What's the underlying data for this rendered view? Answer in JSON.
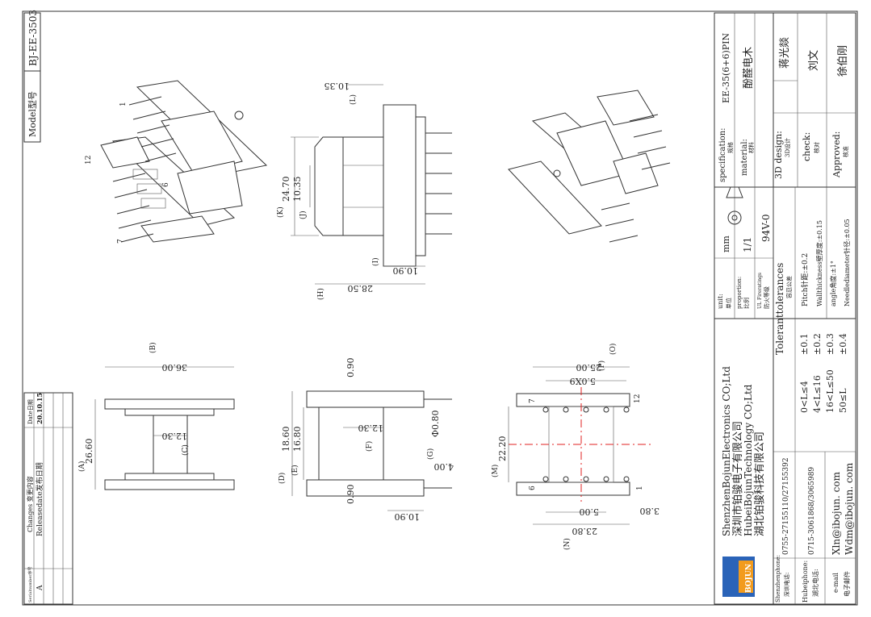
{
  "model": {
    "label": "Model型号",
    "value": "BJ-EE-3503"
  },
  "changes": {
    "serial_header": "Serialnumber序号",
    "changes_header": "Changes 变更内容",
    "date_header": "Date日期",
    "row_serial": "A",
    "row_changes": "Releasedate发布日期",
    "row_date": "20.10.15"
  },
  "dims": {
    "side": {
      "b": "(B)",
      "b_val": "36.00",
      "a": "(A)",
      "a_val": "26.60",
      "c": "(C)",
      "c_val": "12.30"
    },
    "front": {
      "k": "(K)",
      "k_val": "24.70",
      "j": "(J)",
      "j_val": "10.35",
      "l": "(L)",
      "l_val": "10.35",
      "i": "(I)",
      "i_val": "10.90",
      "h": "(H)",
      "h_val": "28.50"
    },
    "mid": {
      "top": "0.90",
      "bottom": "0.90",
      "d": "(D)",
      "d_val": "18.60",
      "e": "(E)",
      "e_val": "16.80",
      "f": "(F)",
      "f_val": "12.30",
      "pin_dia": "Φ0.80",
      "g": "(G)",
      "g_val": "4.00",
      "pin_len": "10.90"
    },
    "bottom": {
      "o": "(O)",
      "o_val": "25.00",
      "p": "(P)",
      "p_val": "5.0X9",
      "m": "(M)",
      "m_val": "22.20",
      "n": "(N)",
      "n_val": "23.80",
      "pitch": "5.00",
      "end": "3.80",
      "pin7": "7",
      "pin12": "12",
      "pin1": "1",
      "pin6": "6"
    }
  },
  "iso_pins": {
    "p1": "1",
    "p12": "12",
    "p6": "6",
    "p7": "7"
  },
  "title_block": {
    "spec_label": "specification:",
    "spec_sub": "规格",
    "spec_value": "EE-35(6+6)PIN",
    "material_label": "material:",
    "material_sub": "材料",
    "material_value": "酚醛电木",
    "design_label": "3D design:",
    "design_sub": "3D设计",
    "design_value": "蒋光燚",
    "check_label": "check:",
    "check_sub": "核对",
    "check_value": "刘文",
    "approved_label": "Approved:",
    "approved_sub": "核准",
    "approved_value": "徐伯刚",
    "unit_label": "unit:",
    "unit_sub": "单位",
    "unit_value": "mm",
    "proportion_label": "proportion:",
    "proportion_sub": "比例",
    "proportion_value": "1/1",
    "ul_label": "UL Fireratings",
    "ul_sub": "防火等级",
    "ul_value": "94V-0",
    "tol_title": "Toleranttolerances",
    "tol_sub": "容忍公差",
    "tol_rows": [
      {
        "range": "0<L≤4",
        "tol": "±0.1"
      },
      {
        "range": "4<L≤16",
        "tol": "±0.2"
      },
      {
        "range": "16<L≤50",
        "tol": "±0.3"
      },
      {
        "range": "50≤L",
        "tol": "±0.4"
      }
    ],
    "notes": [
      "Pitch针距:±0.2",
      "Wallthickness壁厚度:±0.15",
      "angle角度:±1°",
      "Needlediameter针径:±0.05"
    ],
    "company": [
      "ShenzhenBojunElectronics CO;Ltd",
      "深圳市铂骏电子有限公司",
      "HubeiBojunTechnology CO;Ltd",
      "湖北铂骏科技有限公司"
    ],
    "logo_text": "BOJUN",
    "phone_sz_label": "Shenzhenphone:",
    "phone_sz_sub": "深圳电话:",
    "phone_sz_value": "0755-27155110/27155392",
    "phone_hb_label": "Hubeiphone:",
    "phone_hb_sub": "湖北电话:",
    "phone_hb_value": "0715-3061868/3065989",
    "email_label": "e-mail",
    "email_sub": "电子邮件",
    "email_1": "Xln@ibojun. com",
    "email_2": "Wdm@ibojun. com"
  }
}
